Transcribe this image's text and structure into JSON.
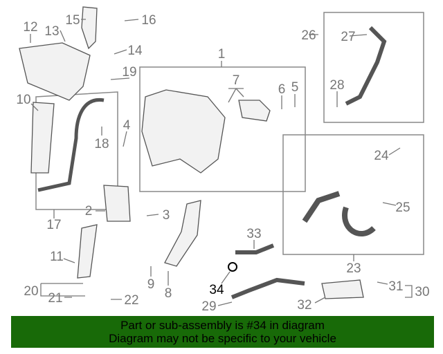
{
  "callouts": [
    "1",
    "2",
    "3",
    "4",
    "5",
    "6",
    "7",
    "8",
    "9",
    "10",
    "11",
    "12",
    "13",
    "14",
    "15",
    "16",
    "17",
    "18",
    "19",
    "20",
    "21",
    "22",
    "23",
    "24",
    "25",
    "26",
    "27",
    "28",
    "29",
    "30",
    "31",
    "32",
    "33",
    "34"
  ],
  "highlighted_part": "34",
  "banner": {
    "line1": "Part or sub-assembly is #34 in diagram",
    "line2": "Diagram may not be specific to your vehicle",
    "color": "#186a08"
  }
}
